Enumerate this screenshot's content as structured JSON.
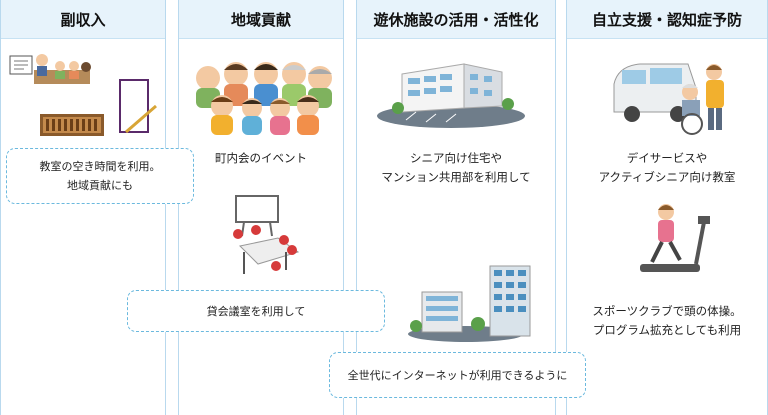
{
  "columns": [
    {
      "title": "副収入"
    },
    {
      "title": "地域貢献"
    },
    {
      "title": "遊休施設の活用・活性化"
    },
    {
      "title": "自立支援・認知症予防"
    }
  ],
  "captions": {
    "community": "町内会のイベント",
    "senior_housing_1": "シニア向け住宅や",
    "senior_housing_2": "マンション共用部を利用して",
    "dayservice_1": "デイサービスや",
    "dayservice_2": "アクティブシニア向け教室",
    "sports_1": "スポーツクラブで頭の体操。",
    "sports_2": "プログラム拡充としても利用"
  },
  "notes": {
    "classroom_1": "教室の空き時間を利用。",
    "classroom_2": "地域貢献にも",
    "meeting_room": "貸会議室を利用して",
    "internet": "全世代にインターネットが利用できるように"
  }
}
